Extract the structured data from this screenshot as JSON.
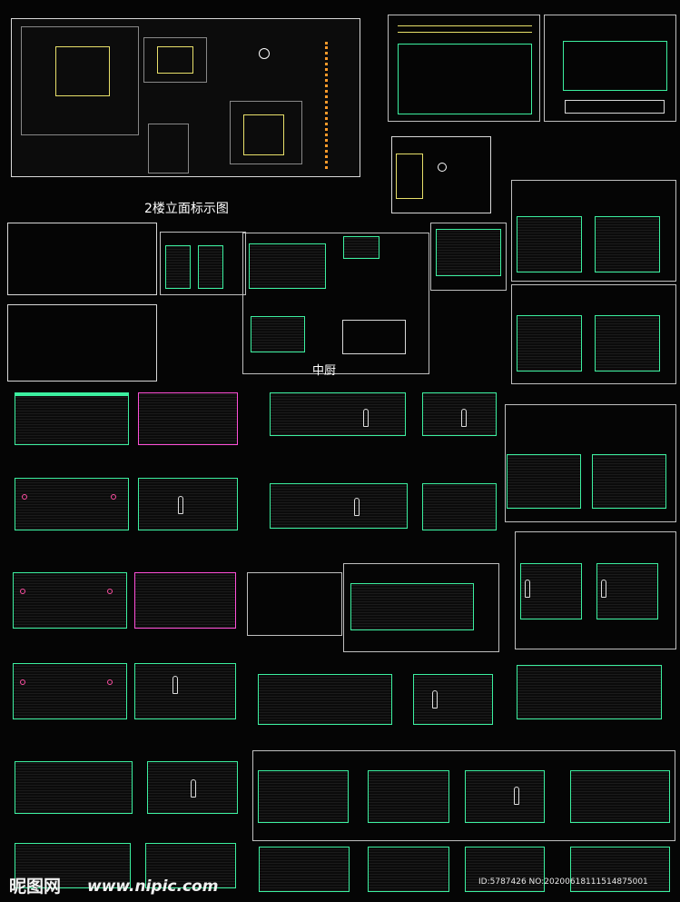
{
  "labels": {
    "floor2_elevation_index": "2楼立面标示图",
    "middle_kitchen": "中厨"
  },
  "watermark": {
    "logo": "昵图网",
    "site": "www.nipic.com",
    "id_line": "ID:5787426 NO:20200618111514875001"
  },
  "colors": {
    "background": "#050505",
    "line_green": "#3cf0a0",
    "line_white": "#d8d8d8",
    "line_yellow": "#e8e06a",
    "accent_pink": "#ff4fa3",
    "accent_magenta": "#ff4fd8"
  },
  "icons": [
    "floor-plan-drawing",
    "elevation-drawing",
    "human-figure-icon",
    "chandelier-icon"
  ]
}
